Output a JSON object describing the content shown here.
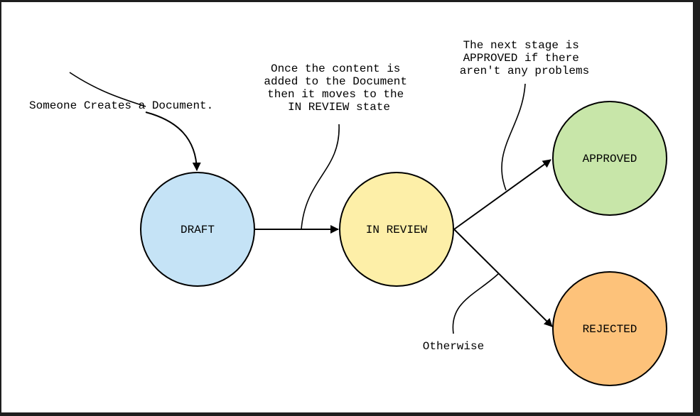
{
  "nodes": {
    "draft": {
      "label": "DRAFT",
      "color": "#c5e3f6"
    },
    "in_review": {
      "label": "IN REVIEW",
      "color": "#fdefa8"
    },
    "approved": {
      "label": "APPROVED",
      "color": "#c8e6a9"
    },
    "rejected": {
      "label": "REJECTED",
      "color": "#fdc27a"
    }
  },
  "annotations": {
    "create": {
      "lines": [
        "Someone Creates a Document."
      ]
    },
    "review": {
      "lines": [
        "Once the content is",
        "added to the Document",
        "then it moves to the",
        "IN REVIEW state"
      ]
    },
    "approve": {
      "lines": [
        "The next stage is",
        "APPROVED if there",
        "aren't any problems"
      ]
    },
    "otherwise": {
      "lines": [
        "Otherwise"
      ]
    }
  },
  "colors": {
    "background": "#ffffff",
    "border": "#1e1e1e",
    "stroke": "#000000"
  }
}
